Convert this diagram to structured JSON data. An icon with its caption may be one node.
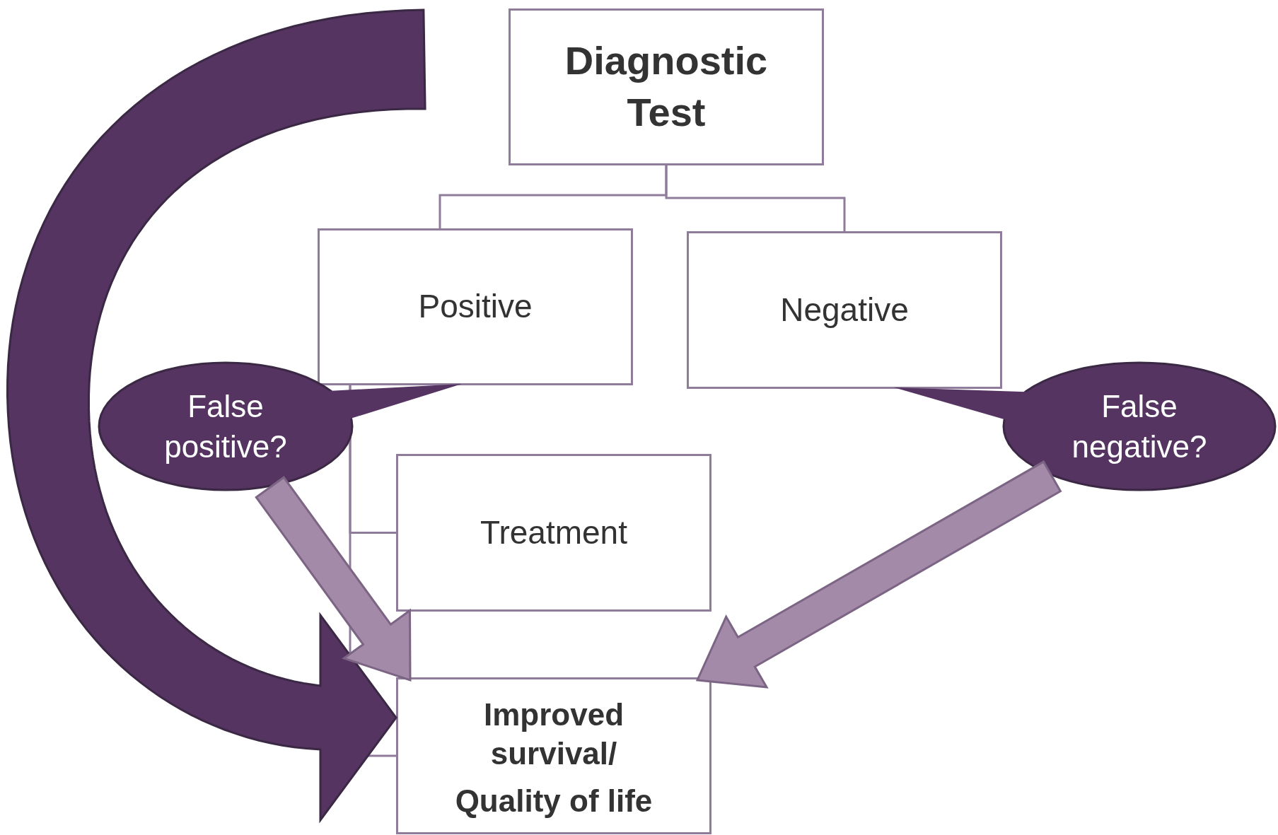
{
  "diagram": {
    "nodes": [
      {
        "text": [
          "Diagnostic Test"
        ]
      },
      {
        "text": [
          "Positive"
        ]
      },
      {
        "text": [
          "Negative"
        ]
      },
      {
        "text": [
          "Treatment"
        ]
      },
      {
        "text": [
          "Improved survival/",
          "Quality of life"
        ]
      },
      {
        "text": [
          "False positive?"
        ]
      },
      {
        "text": [
          "False negative?"
        ]
      }
    ],
    "edges": [
      {
        "from": 0,
        "to": 1,
        "arrow": "none"
      },
      {
        "from": 0,
        "to": 2,
        "arrow": "none"
      },
      {
        "from": 1,
        "to": 3,
        "arrow": "none"
      },
      {
        "from": 1,
        "to": 4,
        "arrow": "none"
      },
      {
        "from": 5,
        "to": 1,
        "arrow": "none",
        "color": "#553461"
      },
      {
        "from": 6,
        "to": 2,
        "arrow": "none",
        "color": "#553461"
      },
      {
        "from": null,
        "to": 4,
        "arrow": "to",
        "style": "thick",
        "color": "#553461"
      },
      {
        "from": 5,
        "to": 4,
        "arrow": "to",
        "style": "thick",
        "color": "#a38aa8"
      },
      {
        "from": 6,
        "to": 4,
        "arrow": "to",
        "style": "thick",
        "color": "#a38aa8"
      }
    ]
  }
}
